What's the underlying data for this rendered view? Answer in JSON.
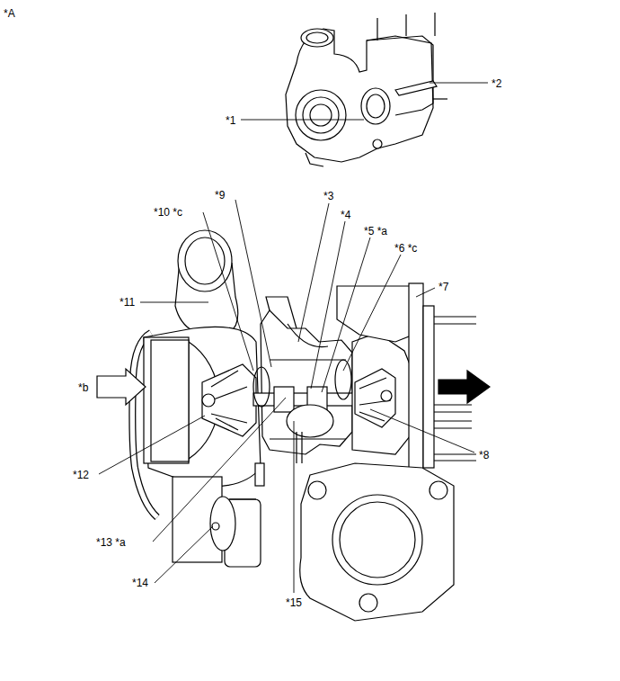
{
  "diagram": {
    "labels": [
      "*A",
      "*1",
      "*2",
      "*3",
      "*4",
      "*5 *a",
      "*6 *c",
      "*7",
      "*8",
      "*9",
      "*10 *c",
      "*11",
      "*12",
      "*13 *a",
      "*14",
      "*15",
      "*b"
    ]
  }
}
